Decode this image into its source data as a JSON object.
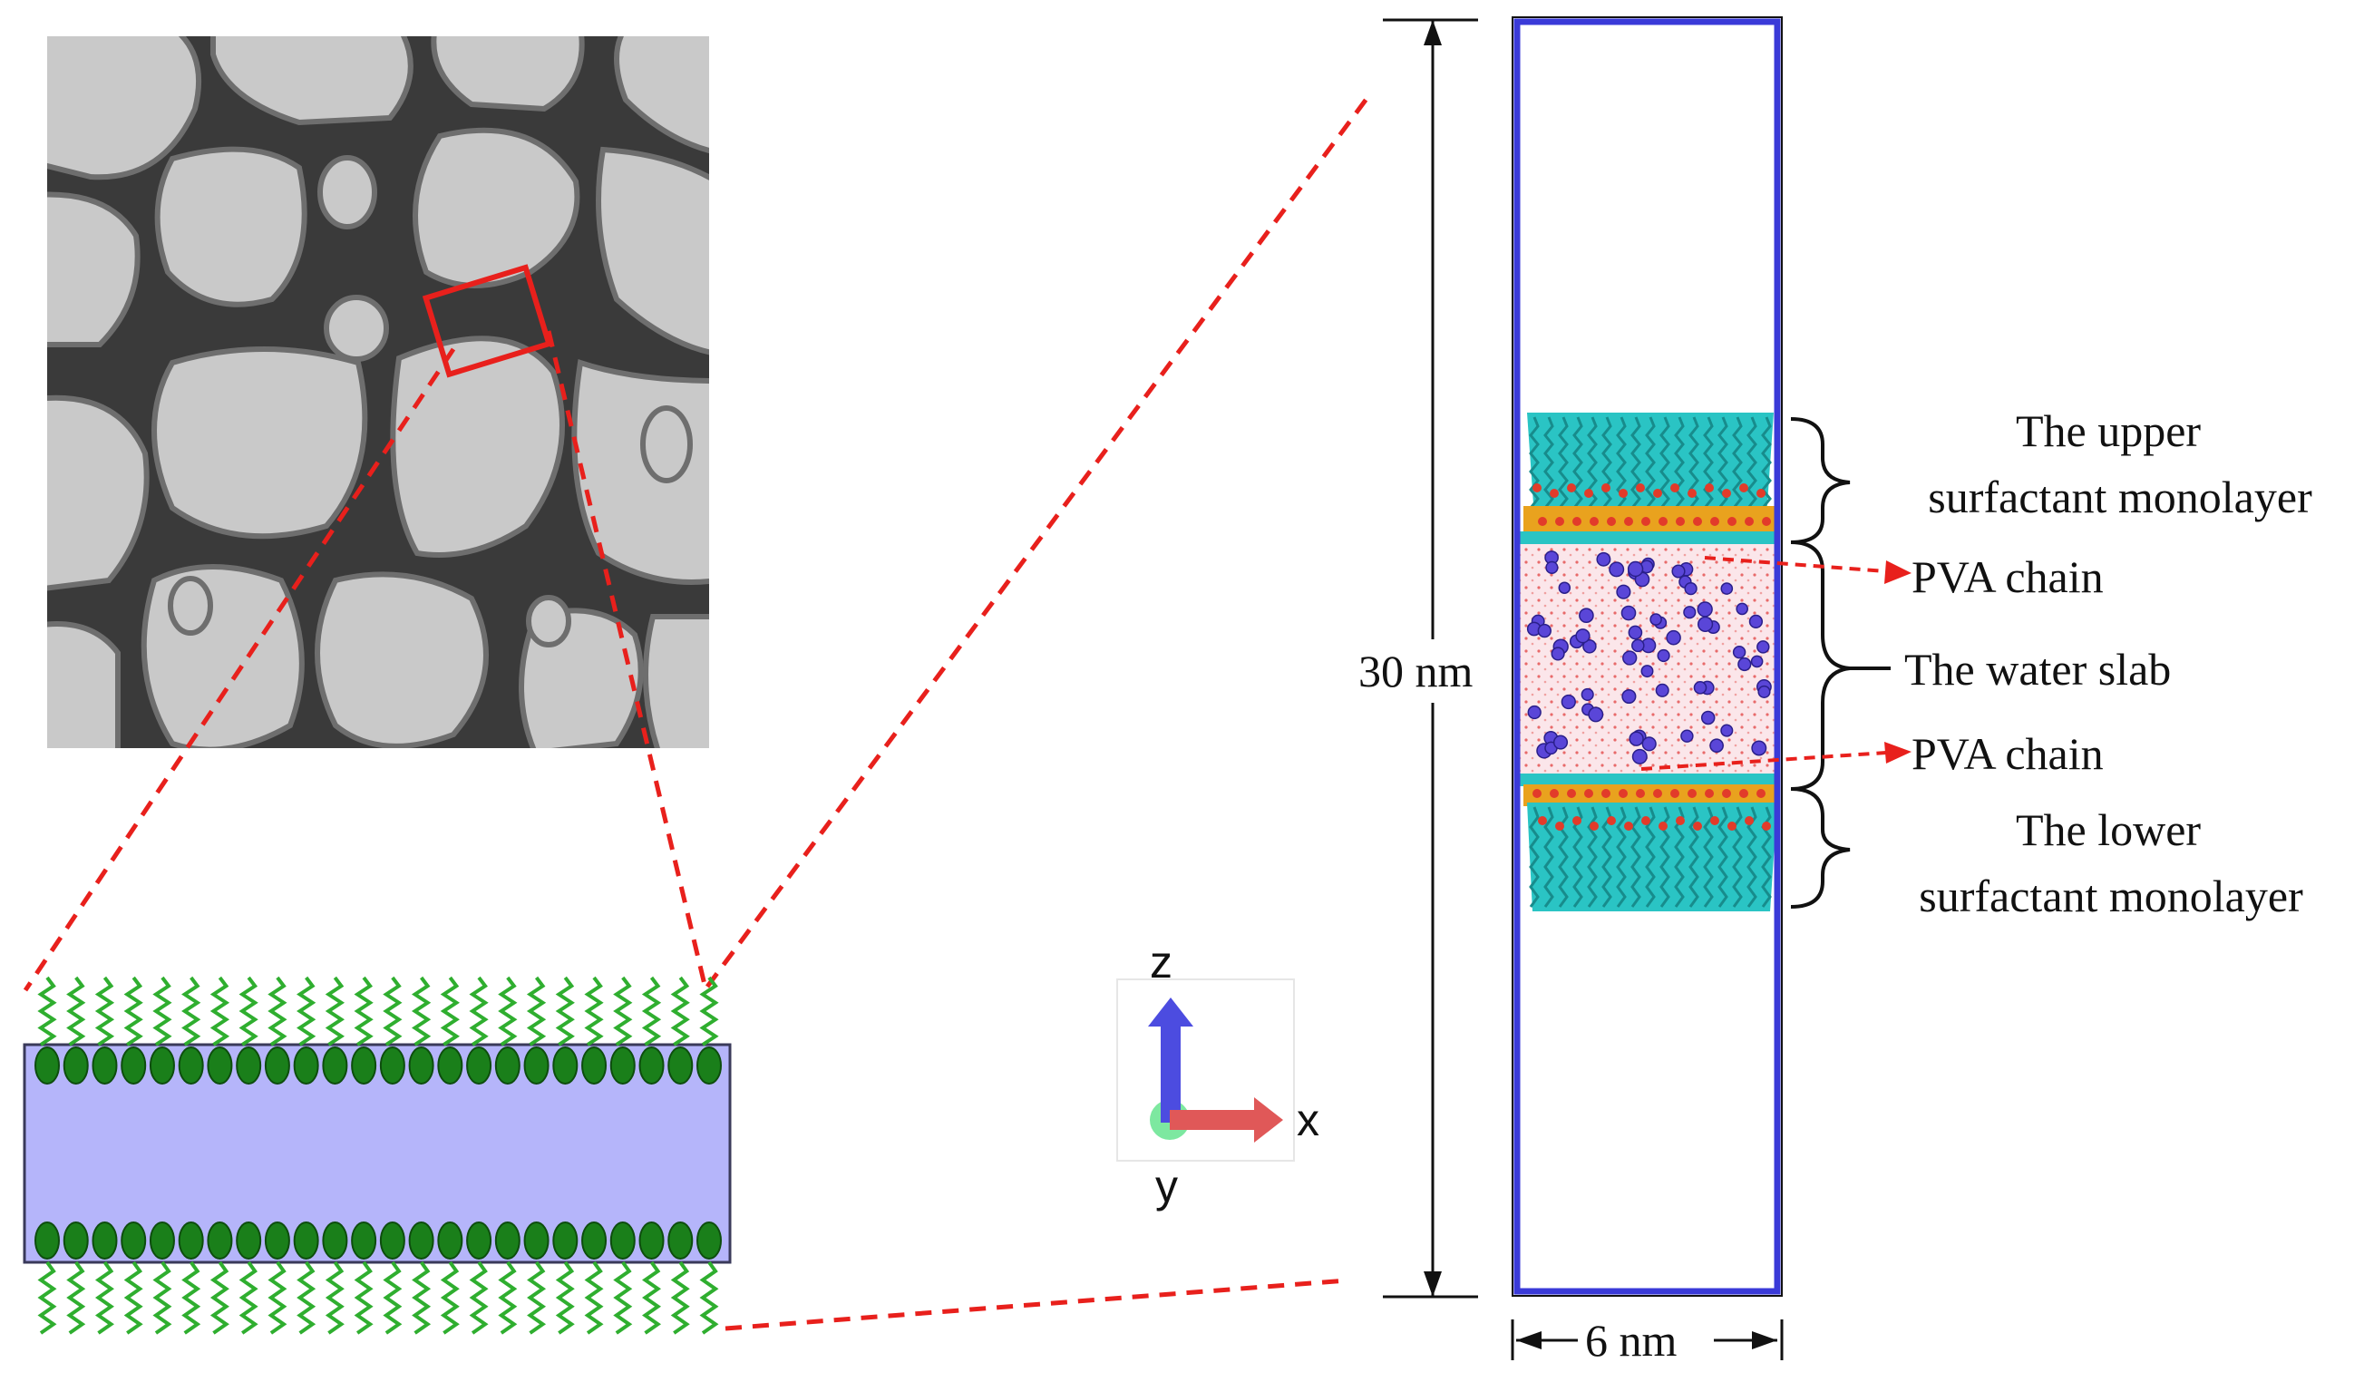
{
  "micrograph": {
    "description_icon": "foam-micrograph"
  },
  "box": {
    "height_label": "30 nm",
    "width_label": "6 nm"
  },
  "annotations": {
    "upper_line1": "The upper",
    "upper_line2": "surfactant monolayer",
    "pva_top": "PVA chain",
    "water": "The water slab",
    "pva_bottom": "PVA chain",
    "lower_line1": "The lower",
    "lower_line2": "surfactant monolayer"
  },
  "axes": {
    "z": "z",
    "x": "x",
    "y": "y"
  },
  "colors": {
    "dashed_lines": "#e8201c",
    "box_border": "#3a3ad8",
    "slab_fill": "#b5b5fa",
    "head_groups": "#1a7f1a",
    "tails": "#2fae2f",
    "teal": "#2ac4c4",
    "pva": "#5a46d8"
  }
}
